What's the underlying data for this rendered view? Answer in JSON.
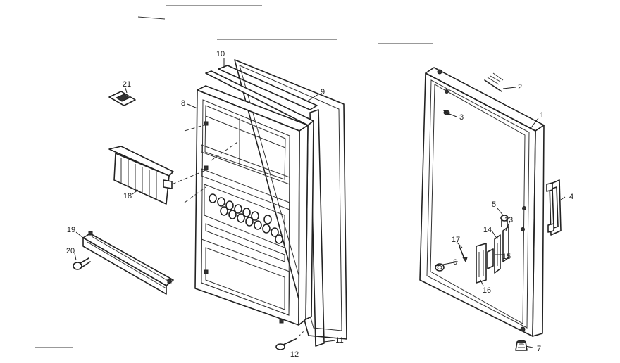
{
  "parts": [
    {
      "id": "p1",
      "label": "1",
      "name": "door-outer-panel"
    },
    {
      "id": "p2",
      "label": "2",
      "name": "hinge-pin"
    },
    {
      "id": "p3",
      "label": "3",
      "name": "screw-top"
    },
    {
      "id": "p4",
      "label": "4",
      "name": "door-handle"
    },
    {
      "id": "p5",
      "label": "5",
      "name": "screw-handle"
    },
    {
      "id": "p6",
      "label": "6",
      "name": "door-stop"
    },
    {
      "id": "p7",
      "label": "7",
      "name": "bottom-hinge-bushing"
    },
    {
      "id": "p8",
      "label": "8",
      "name": "door-liner"
    },
    {
      "id": "p9",
      "label": "9",
      "name": "door-gasket"
    },
    {
      "id": "p10",
      "label": "10",
      "name": "gasket-retainer-top"
    },
    {
      "id": "p11",
      "label": "11",
      "name": "gasket-retainer-side"
    },
    {
      "id": "p12",
      "label": "12",
      "name": "liner-screw"
    },
    {
      "id": "p13",
      "label": "13",
      "name": "closer-bracket"
    },
    {
      "id": "p14",
      "label": "14",
      "name": "closer-spring"
    },
    {
      "id": "p15",
      "label": "15",
      "name": "closer-cam"
    },
    {
      "id": "p16",
      "label": "16",
      "name": "closer-housing"
    },
    {
      "id": "p17",
      "label": "17",
      "name": "closer-screw"
    },
    {
      "id": "p18",
      "label": "18",
      "name": "butter-compartment-door"
    },
    {
      "id": "p19",
      "label": "19",
      "name": "shelf-retainer-bar"
    },
    {
      "id": "p20",
      "label": "20",
      "name": "retainer-screw"
    },
    {
      "id": "p21",
      "label": "21",
      "name": "compartment-hinge-clip"
    }
  ]
}
